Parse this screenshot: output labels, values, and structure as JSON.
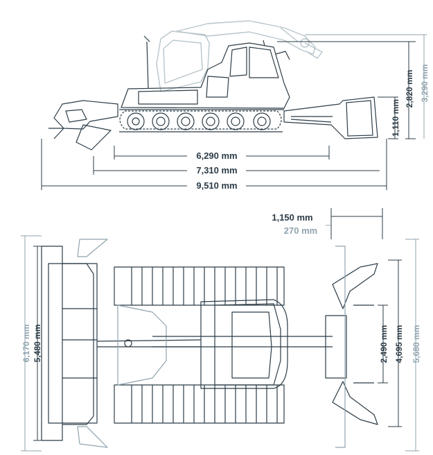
{
  "colors": {
    "line": "#2b3b46",
    "dim_dark": "#2b3b46",
    "dim_light": "#8fa3ad",
    "ghost": "#b9c5cb",
    "background": "#ffffff"
  },
  "side_view": {
    "dimensions": {
      "length_tracks": "6,290 mm",
      "length_with_blade": "7,310 mm",
      "length_total": "9,510 mm",
      "height_blade": "1,110 mm",
      "height_cab": "2,820 mm",
      "height_winch": "3,290 mm"
    }
  },
  "top_view": {
    "dimensions": {
      "blade_overhang": "1,150 mm",
      "blade_offset": "270 mm",
      "tiller_width_outer": "6,170 mm",
      "tiller_width": "5,480 mm",
      "blade_width_closed": "2,490 mm",
      "blade_width": "4,695 mm",
      "blade_width_open": "5,680 mm"
    }
  }
}
